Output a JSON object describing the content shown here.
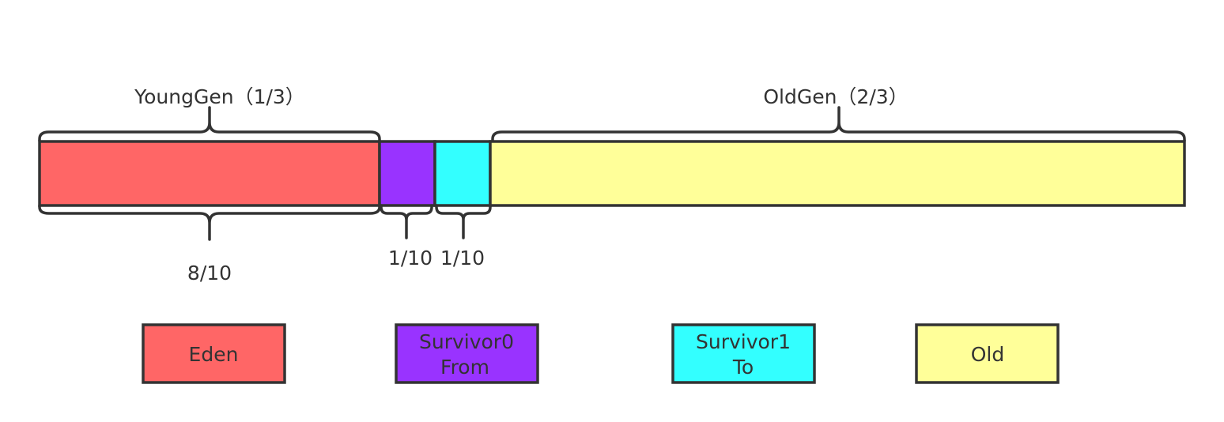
{
  "generations": {
    "young": "YoungGen（1/3）",
    "old": "OldGen（2/3）"
  },
  "ratios": {
    "eden": "8/10",
    "survivor0": "1/10",
    "survivor1": "1/10"
  },
  "colors": {
    "eden": "#ff6666",
    "survivor0": "#9933ff",
    "survivor1": "#33ffff",
    "old": "#ffff99",
    "stroke": "#333333"
  },
  "legend": {
    "eden": [
      "Eden"
    ],
    "survivor0": [
      "Survivor0",
      "From"
    ],
    "survivor1": [
      "Survivor1",
      "To"
    ],
    "old": [
      "Old"
    ]
  }
}
